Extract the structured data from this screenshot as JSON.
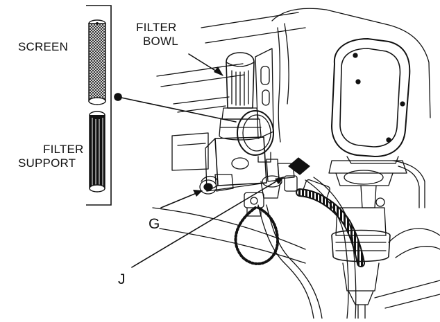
{
  "figure": {
    "labels": {
      "screen": "SCREEN",
      "filter_bowl_line1": "FILTER",
      "filter_bowl_line2": "BOWL",
      "filter_support_line1": "FILTER",
      "filter_support_line2": "SUPPORT",
      "callout_g": "G",
      "callout_j": "J"
    },
    "colors": {
      "ink": "#111111",
      "paper": "#ffffff"
    }
  }
}
